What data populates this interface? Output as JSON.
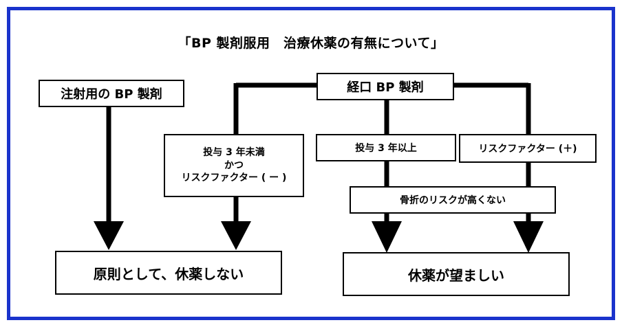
{
  "title": "「BP 製剤服用　治療休薬の有無について」",
  "boxes": {
    "injection": "注射用の BP 製剤",
    "oral": "経口 BP 製剤",
    "under3": "投与 3 年未満\nかつ\nリスクファクター ( ー )",
    "over3": "投与 3 年以上",
    "risk_plus": "リスクファクター (＋)",
    "fracture_risk": "骨折のリスクが高くない",
    "no_withdrawal": "原則として、休薬しない",
    "withdrawal": "休薬が望ましい"
  },
  "colors": {
    "frame": "#1a33cc",
    "line": "#000000"
  }
}
